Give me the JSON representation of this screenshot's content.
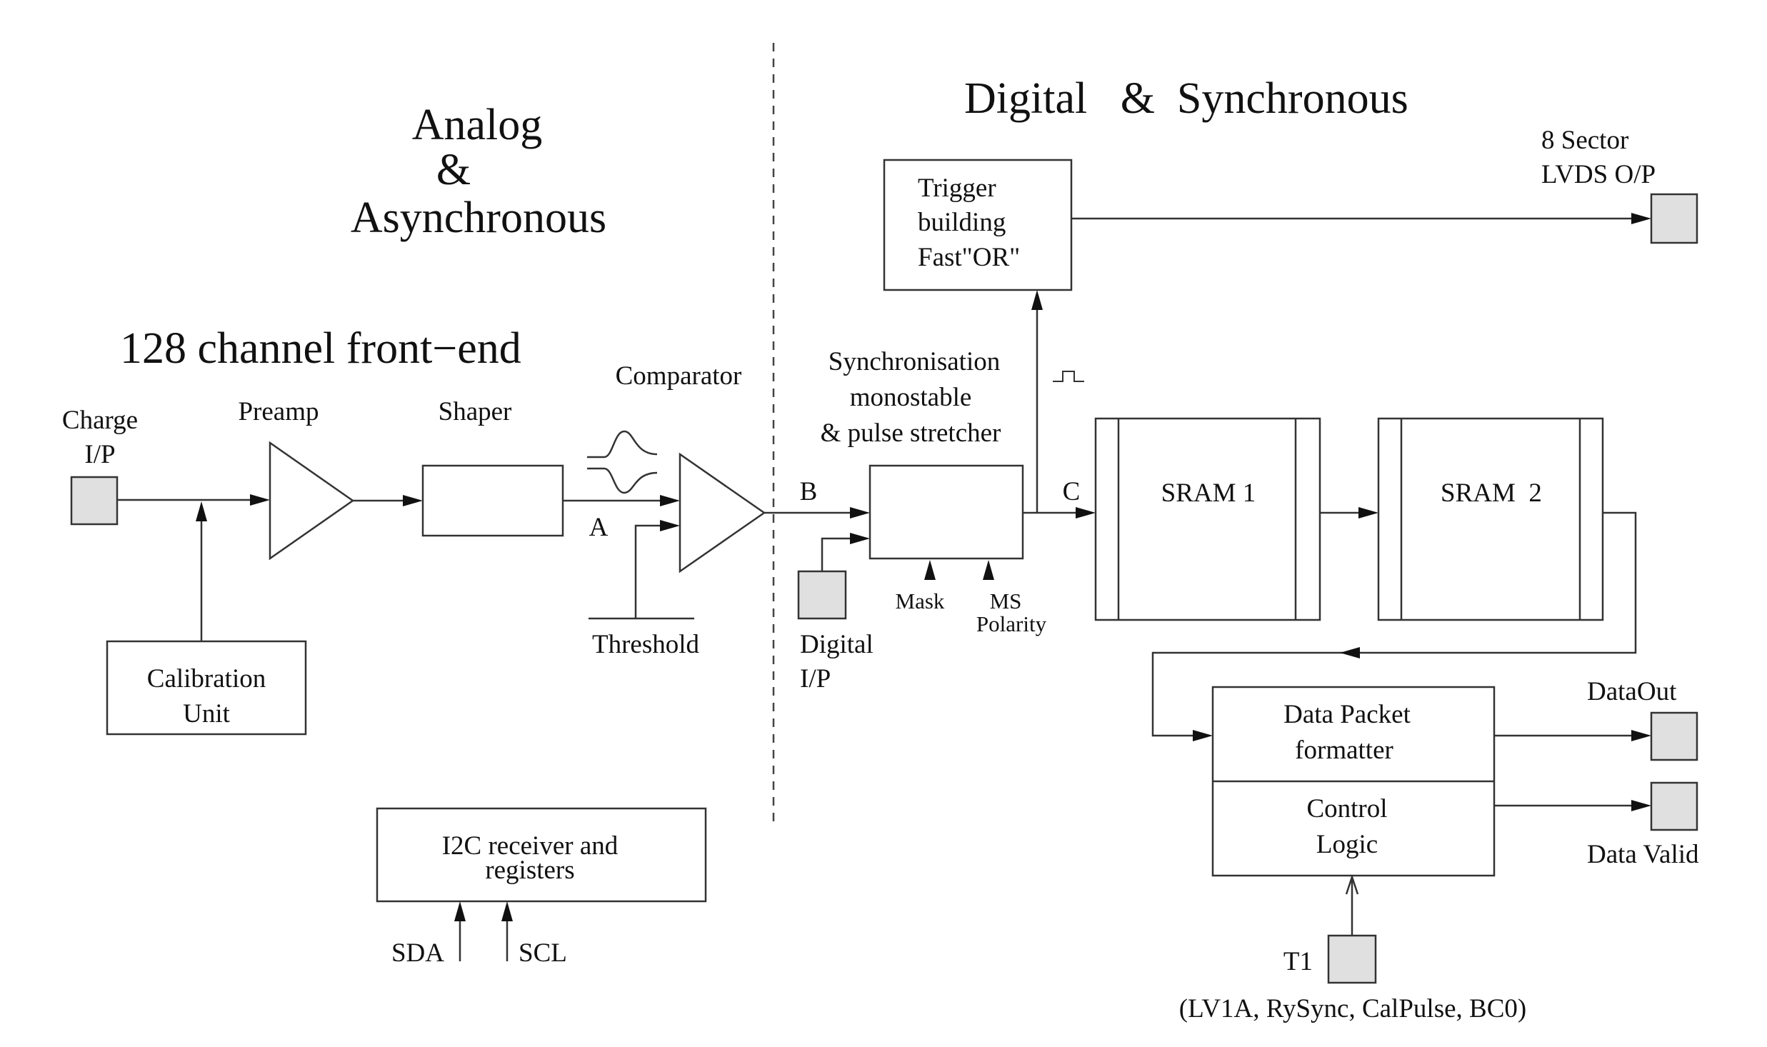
{
  "headings": {
    "analog_line1": "Analog",
    "analog_line2": "&",
    "analog_line3": "Asynchronous",
    "digital": "Digital   &  Synchronous",
    "front_end": "128 channel front−end"
  },
  "inputs": {
    "charge_line1": "Charge",
    "charge_line2": "I/P",
    "digital_line1": "Digital",
    "digital_line2": "I/P",
    "t1": "T1",
    "t1_signals": "(LV1A, RySync, CalPulse, BC0)",
    "sda": "SDA",
    "scl": "SCL"
  },
  "blocks": {
    "preamp": "Preamp",
    "shaper": "Shaper",
    "comparator": "Comparator",
    "threshold": "Threshold",
    "calibration_line1": "Calibration",
    "calibration_line2": "Unit",
    "sync_line1": "Synchronisation",
    "sync_line2": "monostable",
    "sync_line3": "& pulse stretcher",
    "mask": "Mask",
    "ms_line1": "MS",
    "ms_line2": "Polarity",
    "trigger_line1": "Trigger",
    "trigger_line2": "building",
    "trigger_line3": "Fast\"OR\"",
    "sram1": "SRAM 1",
    "sram2": "SRAM  2",
    "formatter_line1": "Data Packet",
    "formatter_line2": "formatter",
    "control_line1": "Control",
    "control_line2": "Logic",
    "i2c_line1": "I2C receiver and",
    "i2c_line2": "registers"
  },
  "nodes": {
    "a": "A",
    "b": "B",
    "c": "C"
  },
  "outputs": {
    "sector_line1": "8 Sector",
    "sector_line2": "LVDS O/P",
    "data_out": "DataOut",
    "data_valid": "Data Valid"
  }
}
